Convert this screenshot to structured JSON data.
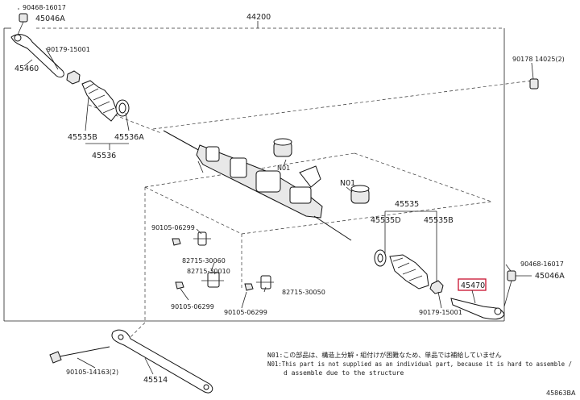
{
  "labels": {
    "p90468_top": "90468-16017",
    "p45046A_top": "45046A",
    "p44200": "44200",
    "p90179_left": "90179-15001",
    "p45460": "45460",
    "p45535B_left": "45535B",
    "p45536A": "45536A",
    "p45536": "45536",
    "pN01_a": "N01",
    "pN01_b": "N01",
    "p90178": "90178 14025(2)",
    "p45535": "45535",
    "p45535D": "45535D",
    "p45535B_right": "45535B",
    "p90105_a": "90105-06299",
    "p82715_a": "82715-30060",
    "p82715_b": "82715-30010",
    "p82715_c": "82715-30050",
    "p90105_b": "90105-06299",
    "p90105_c": "90105-06299",
    "p90468_right": "90468-16017",
    "p45046A_right": "45046A",
    "p45470": "45470",
    "p90179_right": "90179-15001",
    "p90105_bolt": "90105-14163(2)",
    "p45514": "45514"
  },
  "notes": {
    "line1": "N01:この部品は、構造上分解・組付けが困難なため、単品では補給していません",
    "line2": "N01:This part is not supplied as an individual part, because it is hard to assemble /",
    "line3": "d assemble due to the structure"
  },
  "figure_code": "45863BA",
  "highlight_color": "#c8102e"
}
